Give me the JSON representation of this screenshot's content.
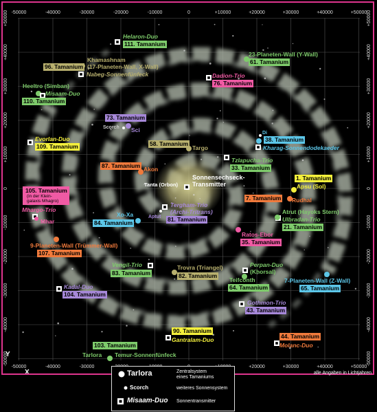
{
  "axis": {
    "x_label": "X",
    "y_label": "Y",
    "x_ticks": [
      "-50000",
      "-40000",
      "-30000",
      "-20000",
      "-10000",
      "0",
      "+10000",
      "+20000",
      "+30000",
      "+40000",
      "+50000"
    ],
    "y_ticks": [
      "+50000",
      "+40000",
      "+30000",
      "+20000",
      "+10000",
      "0",
      "-10000",
      "-20000",
      "-30000",
      "-40000",
      "-50000"
    ]
  },
  "colors": {
    "frame": "#e0358f",
    "green": "#7ecb6b",
    "yellow": "#f4f03c",
    "blue": "#5cc6e8",
    "purple": "#a688d8",
    "orange": "#f07a3c",
    "pink": "#f05aa4",
    "olive": "#b8b06e",
    "galaxy_arms": "#a9b1a4",
    "galaxy_core": "#c8c288"
  },
  "center": {
    "label_1": "Sonnensechseck-",
    "label_2": "Transmitter",
    "tanta": "Tanta (Orbon)"
  },
  "systems": [
    {
      "id": "helaron",
      "name": "Helaron-Duo",
      "tam": "111. Tamanium",
      "color": "green",
      "marker": "transmitter"
    },
    {
      "id": "khamashnam",
      "name1": "Khamashnam",
      "name2": "(17-Planeten-Wall, X-Wall)",
      "tam": "96. Tamanium",
      "color": "olive"
    },
    {
      "id": "nabeg",
      "name": "Nabeg-Sonnenfünfeck",
      "color": "olive",
      "marker": "transmitter"
    },
    {
      "id": "heeltro",
      "name": "Heeltro (Simban)",
      "name2": "Misaam-Duo",
      "tam": "110. Tamanium",
      "color": "green"
    },
    {
      "id": "planeten23",
      "name": "23-Planeten-Wall (Y-Wall)",
      "tam": "61. Tamanium",
      "color": "green"
    },
    {
      "id": "dadion",
      "name": "Dadion-Trio",
      "tam": "76. Tamanium",
      "color": "pink",
      "marker": "transmitter"
    },
    {
      "id": "scorch",
      "name": "Scorch",
      "sci": "Sci",
      "tam": "73. Tamanium",
      "color": "purple"
    },
    {
      "id": "di",
      "name": "Di",
      "tam": "38. Tamanium",
      "color": "blue"
    },
    {
      "id": "kharag",
      "name": "Kharag-Sonnendodekaeder",
      "color": "blue",
      "marker": "transmitter"
    },
    {
      "id": "evorlan",
      "name": "Evorlan-Duo",
      "tam": "109. Tamanium",
      "color": "yellow",
      "marker": "transmitter"
    },
    {
      "id": "targo",
      "name": "Targo",
      "tam": "58. Tamanium",
      "color": "olive"
    },
    {
      "id": "tzlapucha",
      "name": "Tzlapucha-Trio",
      "tam": "33. Tamanium",
      "color": "green",
      "marker": "transmitter"
    },
    {
      "id": "akon",
      "name": "Akon",
      "tam": "87. Tamanium",
      "color": "orange"
    },
    {
      "id": "apsu",
      "name": "Apsu (Sol)",
      "tam": "1. Tamanium",
      "color": "yellow"
    },
    {
      "id": "rudhal",
      "name": "Rudhal",
      "tam": "7. Tamanium",
      "color": "orange"
    },
    {
      "id": "kleingalaxis",
      "tam": "105. Tamanium",
      "sub1": "(in der Klein-",
      "sub2": "galaxis Mhagro)",
      "color": "pink"
    },
    {
      "id": "mhargo",
      "name": "Mhargo-Trio",
      "name2": "Mhar",
      "color": "pink",
      "marker": "transmitter"
    },
    {
      "id": "tergham",
      "name": "Tergham-Trio",
      "name2": "(Archi-Tritrans)",
      "color": "purple",
      "marker": "transmitter"
    },
    {
      "id": "aptut",
      "name": "Aptut",
      "tam": "81. Tamanium",
      "color": "purple"
    },
    {
      "id": "xoxa",
      "name": "Xo-Xa",
      "tam": "84. Tamanium",
      "color": "blue"
    },
    {
      "id": "atrut",
      "name": "Atrut (Hayoks Stern)",
      "name2": "Ulbradan-Trio",
      "tam": "21. Tamanium",
      "color": "green",
      "marker": "transmitter"
    },
    {
      "id": "ratos",
      "name": "Ratos-Ebor",
      "tam": "35. Tamanium",
      "color": "pink"
    },
    {
      "id": "planeten9",
      "name": "9-Planeten-Wall (Trümmer-Wall)",
      "tam": "107. Tamanium",
      "color": "orange"
    },
    {
      "id": "vengil",
      "name": "Vengil-Trio",
      "tam": "83. Tamanium",
      "color": "green",
      "marker": "transmitter"
    },
    {
      "id": "trovra",
      "name": "Trovra (Triangel)",
      "tam": "82. Tamanium",
      "color": "olive"
    },
    {
      "id": "perpan",
      "name": "Perpan-Duo",
      "name2": "(Khorsal)",
      "color": "green",
      "marker": "transmitter"
    },
    {
      "id": "teifconth",
      "name": "Teifconth",
      "tam": "64. Tamanium",
      "color": "green"
    },
    {
      "id": "planeten7",
      "name": "7-Planeten-Wall (Z-Wall)",
      "tam": "65. Tamanium",
      "color": "blue"
    },
    {
      "id": "kadal",
      "name": "Kadal-Duo",
      "tam": "104. Tamanium",
      "color": "purple",
      "marker": "transmitter"
    },
    {
      "id": "gothmon",
      "name": "Gothmon-Trio",
      "tam": "43. Tamanium",
      "color": "purple",
      "marker": "transmitter"
    },
    {
      "id": "gantralam",
      "tam": "90. Tamanium",
      "name": "Gantralam-Duo",
      "color": "yellow",
      "marker": "transmitter"
    },
    {
      "id": "molanc",
      "tam": "44. Tamanium",
      "name": "Molanc-Duo",
      "color": "orange",
      "marker": "transmitter"
    },
    {
      "id": "tarlora",
      "tam": "103. Tamanium",
      "name": "Tarlora",
      "name2": "Temur-Sonnenfünfeck",
      "color": "green"
    }
  ],
  "legend": {
    "row1_name": "Tarlora",
    "row1_desc1": "Zentralsystem",
    "row1_desc2": "eines Tamaniums",
    "row2_name": "Scorch",
    "row2_desc": "weiteres Sonnensystem",
    "row3_name": "Misaam-Duo",
    "row3_desc": "Sonnentransmitter"
  },
  "note": "alle Angaben in Lichtjahren"
}
